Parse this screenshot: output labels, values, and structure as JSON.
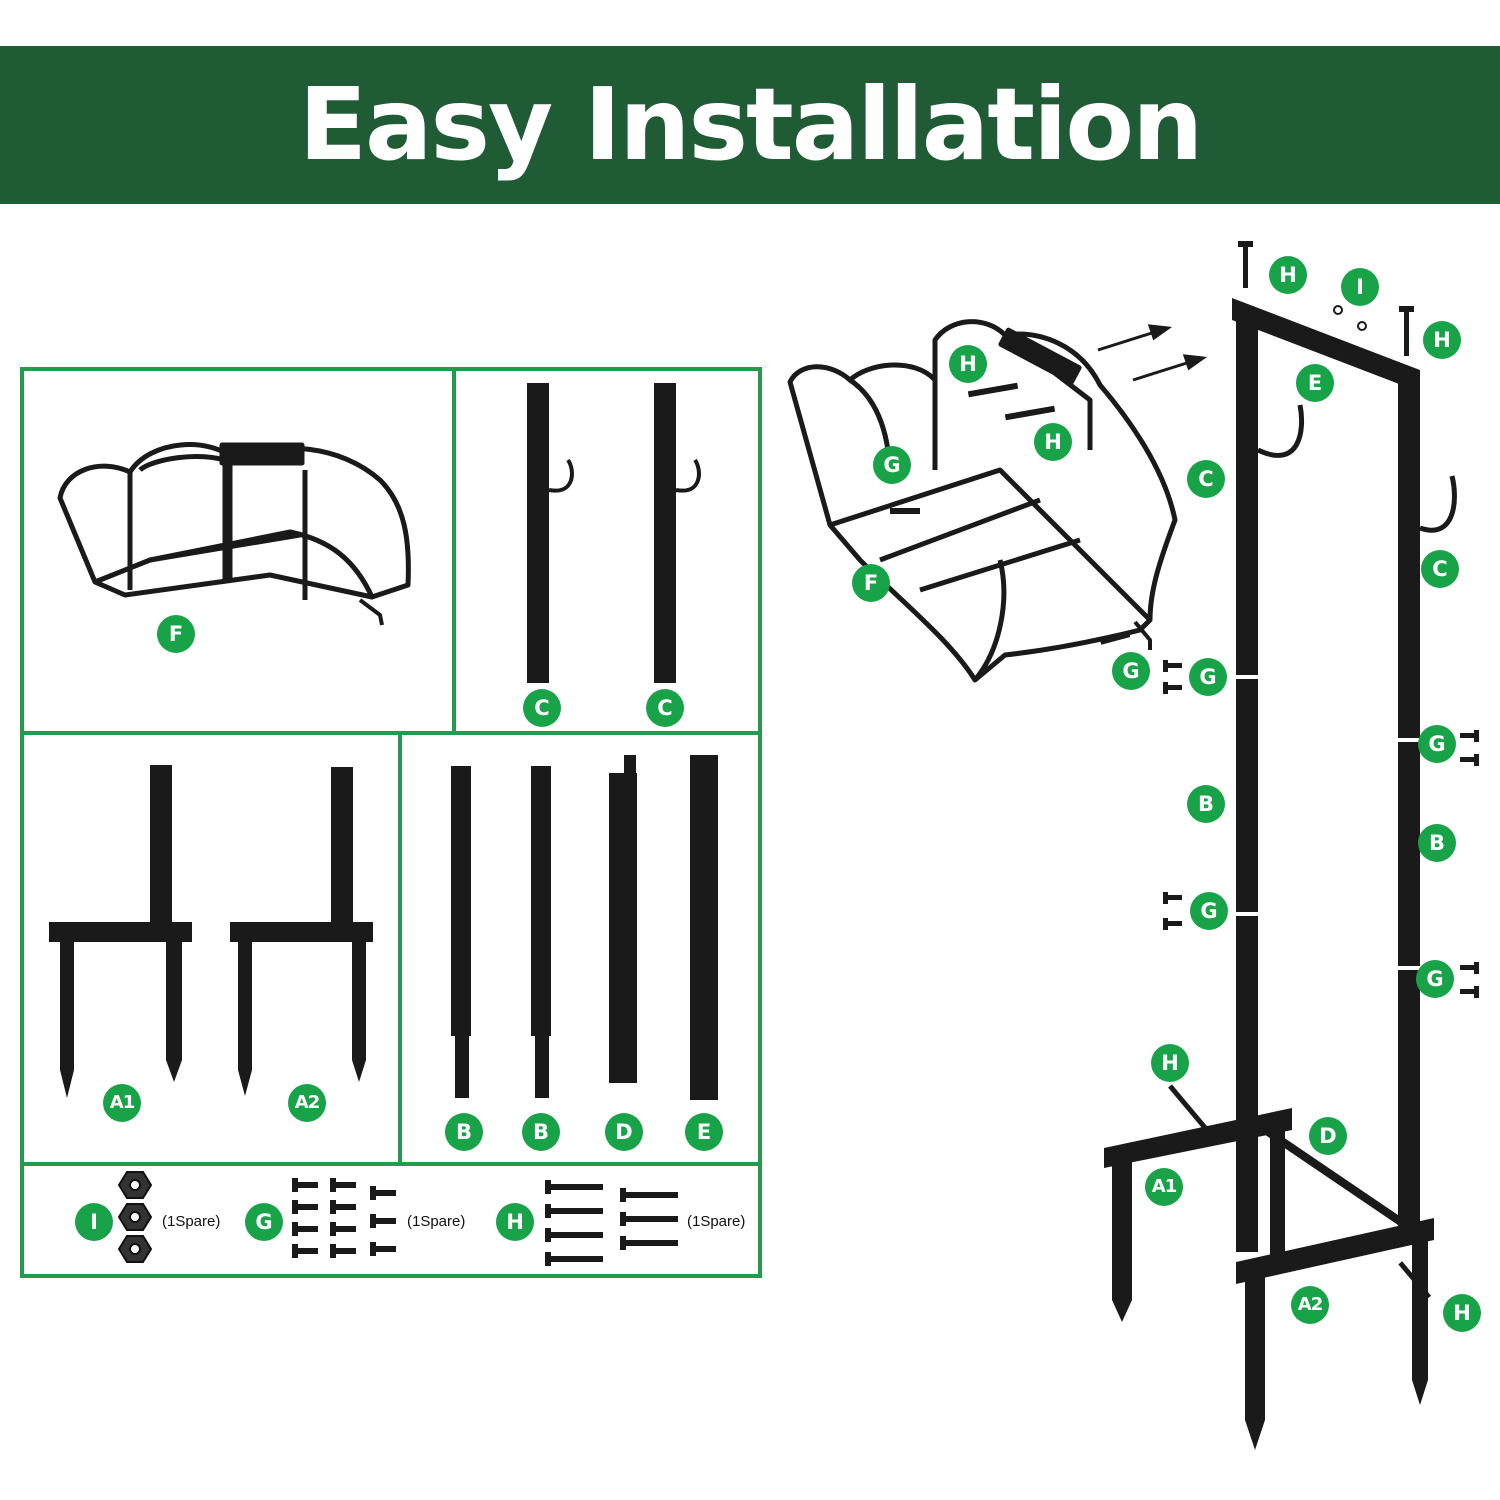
{
  "title": "Easy Installation",
  "colors": {
    "banner": "#1f5b34",
    "badge": "#18a349",
    "frame": "#259a4d",
    "metal": "#1a1a1a"
  },
  "parts_list": {
    "hose_rack": "F",
    "top_posts": [
      "C",
      "C"
    ],
    "stakes": [
      "A1",
      "A2"
    ],
    "middle_posts": [
      "B",
      "B"
    ],
    "bars": [
      "D",
      "E"
    ],
    "hardware": [
      {
        "label": "I",
        "note": "(1Spare)",
        "icon": "hex-nut-icon"
      },
      {
        "label": "G",
        "note": "(1Spare)",
        "icon": "short-bolt-icon"
      },
      {
        "label": "H",
        "note": "(1Spare)",
        "icon": "long-bolt-icon"
      }
    ]
  },
  "assembly_labels": {
    "h_top_left": "H",
    "i_washers": "I",
    "h_top_right": "H",
    "e_bar": "E",
    "h_rack_upper": "H",
    "h_rack_lower": "H",
    "g_rack": "G",
    "f_rack": "F",
    "c_left": "C",
    "c_right": "C",
    "g_rack_bottom": "G",
    "g_left_joint_upper": "G",
    "g_right_joint_upper": "G",
    "b_left": "B",
    "b_right": "B",
    "g_left_joint_lower": "G",
    "g_right_joint_lower": "G",
    "h_base_left": "H",
    "d_bar": "D",
    "a1_stake": "A1",
    "a2_stake": "A2",
    "h_base_right": "H"
  }
}
